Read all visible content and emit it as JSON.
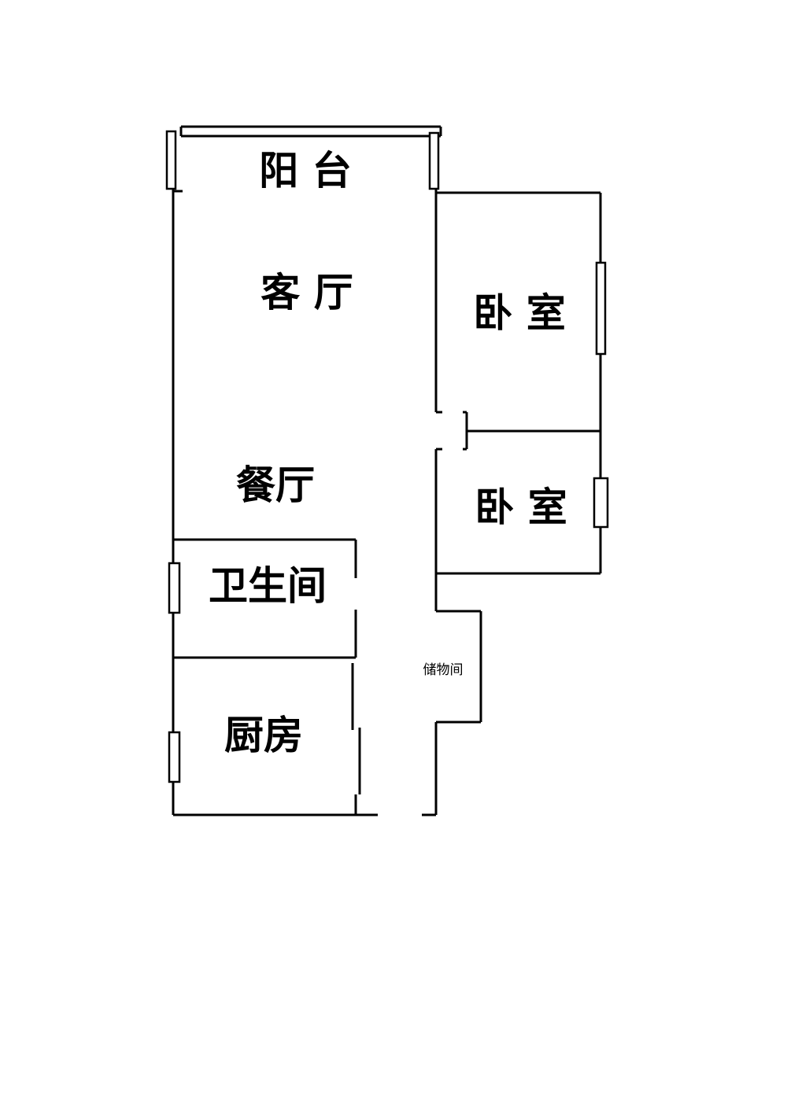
{
  "floorplan": {
    "rooms": {
      "balcony": "阳 台",
      "living_room": "客 厅",
      "bedroom_1": "卧 室",
      "dining_room": "餐厅",
      "bedroom_2": "卧 室",
      "bathroom": "卫生间",
      "kitchen": "厨房",
      "storage": "储物间"
    },
    "colors": {
      "line": "#000000",
      "background": "#ffffff"
    }
  }
}
